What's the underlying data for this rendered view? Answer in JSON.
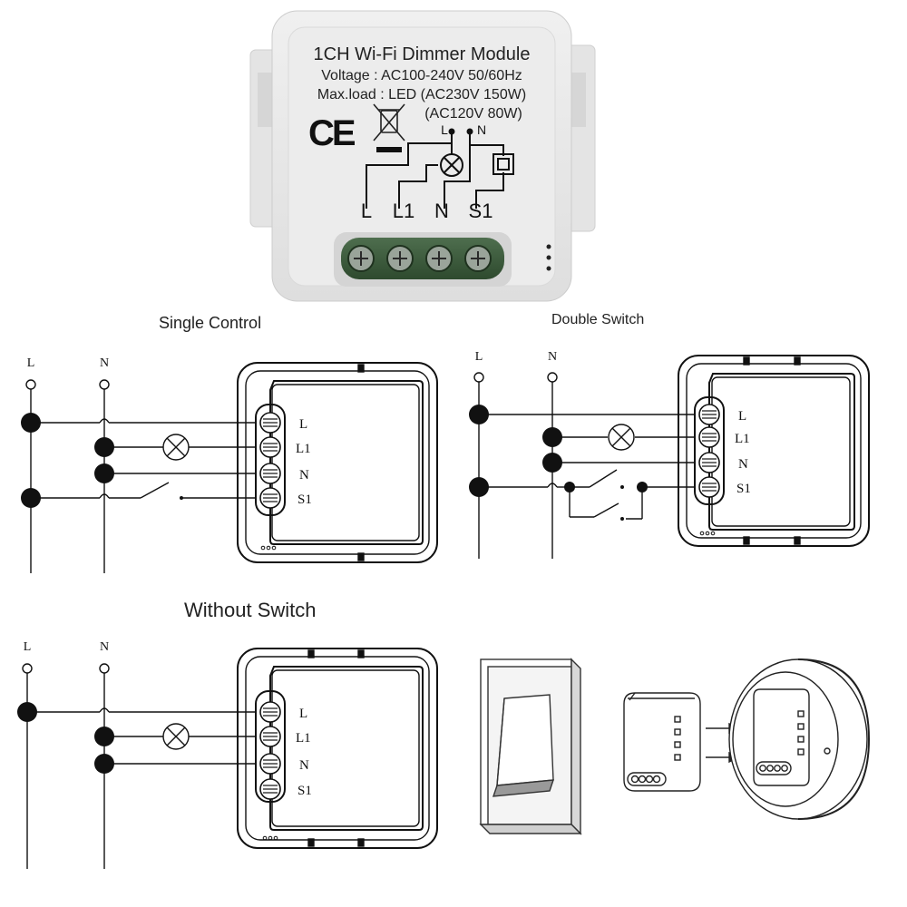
{
  "module_label": {
    "title": "1CH Wi-Fi Dimmer Module",
    "voltage": "Voltage : AC100-240V 50/60Hz",
    "maxload": "Max.load : LED (AC230V 150W)",
    "maxload2": "(AC120V 80W)",
    "ce_mark": "CE",
    "label_L_top": "L",
    "label_N_top": "N",
    "terminals": [
      "L",
      "L1",
      "N",
      "S1"
    ]
  },
  "sections": {
    "single_control": "Single Control",
    "double_switch": "Double Switch",
    "without_switch": "Without Switch"
  },
  "wire_labels": {
    "live": "L",
    "neutral": "N"
  },
  "terminal_labels": [
    "L",
    "L1",
    "N",
    "S1"
  ],
  "colors": {
    "module_body": "#e8e8e8",
    "terminal_green": "#3d5a3d",
    "line": "#111111"
  },
  "icons": [
    "lamp-icon",
    "switch-icon",
    "ce-mark-icon",
    "weee-bin-icon",
    "wall-switch-icon",
    "module-install-icon"
  ]
}
